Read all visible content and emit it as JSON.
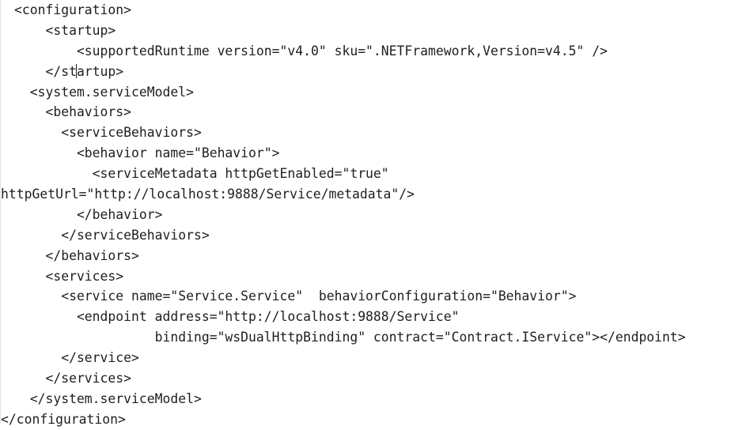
{
  "editor": {
    "lines": [
      "<configuration>",
      "    <startup>",
      "        <supportedRuntime version=\"v4.0\" sku=\".NETFramework,Version=v4.5\" />",
      "    </st",
      "  <system.serviceModel>",
      "    <behaviors>",
      "      <serviceBehaviors>",
      "        <behavior name=\"Behavior\">",
      "          <serviceMetadata httpGetEnabled=\"true\"",
      "httpGetUrl=\"http://localhost:9888/Service/metadata\"/>",
      "        </behavior>",
      "      </serviceBehaviors>",
      "    </behaviors>",
      "    <services>",
      "      <service name=\"Service.Service\"  behaviorConfiguration=\"Behavior\">",
      "        <endpoint address=\"http://localhost:9888/Service\"",
      "                  binding=\"wsDualHttpBinding\" contract=\"Contract.IService\"></endpoint>",
      "      </service>",
      "    </services>",
      "  </system.serviceModel>",
      "</configuration>"
    ],
    "caret_line_tail": "artup>"
  }
}
